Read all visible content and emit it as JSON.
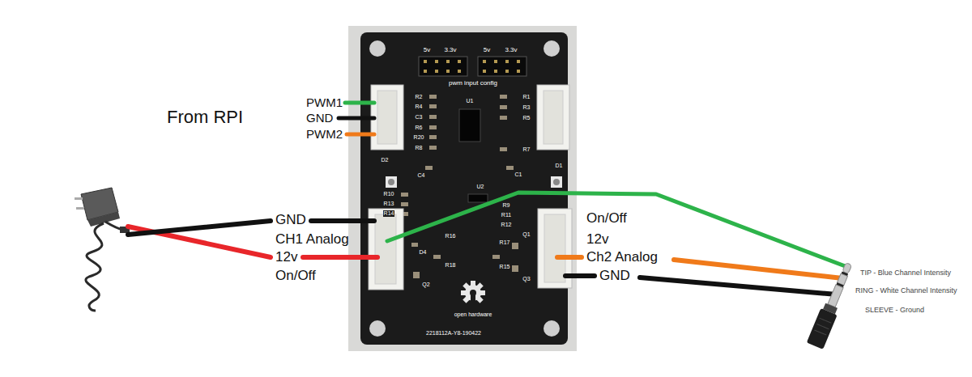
{
  "diagram": {
    "labels": [
      "From RPI",
      "PWM1",
      "GND",
      "PWM2",
      "GND",
      "CH1 Analog",
      "12v",
      "On/Off",
      "On/Off",
      "12v",
      "Ch2 Analog",
      "GND",
      "TIP - Blue Channel Intensity",
      "RING - White Channel Intensity",
      "SLEEVE - Ground",
      "5v",
      "3.3v",
      "5v",
      "3.3v",
      "pwm input config",
      "R2",
      "R4",
      "C3",
      "R6",
      "R20",
      "R8",
      "C4",
      "U1",
      "U2",
      "R10",
      "R13",
      "R14",
      "D4",
      "Q2",
      "R16",
      "R18",
      "R17",
      "R15",
      "Q1",
      "Q3",
      "R1",
      "R3",
      "R5",
      "R7",
      "C1",
      "R9",
      "R11",
      "R12",
      "D1",
      "D2",
      "open hardware",
      "2218112A-Y8-190422"
    ]
  }
}
